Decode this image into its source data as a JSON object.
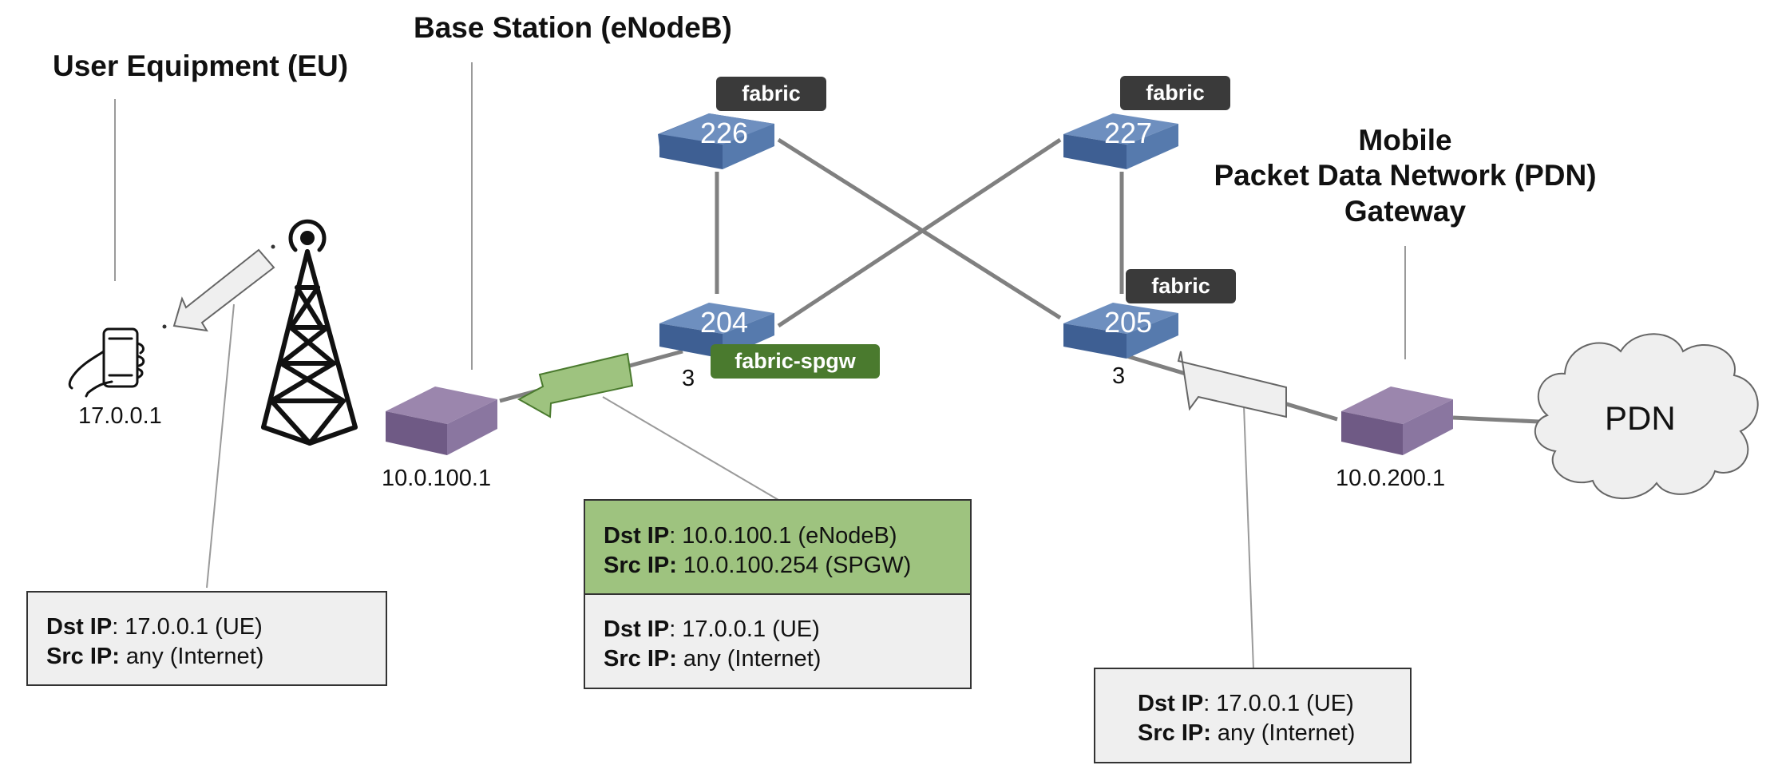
{
  "labels": {
    "user_equipment": "User Equipment (EU)",
    "base_station": "Base Station (eNodeB)",
    "pdn_gateway_line1": "Mobile",
    "pdn_gateway_line2": "Packet Data Network (PDN)",
    "pdn_gateway_line3": "Gateway",
    "pdn_cloud": "PDN"
  },
  "addresses": {
    "ue": "17.0.0.1",
    "enodeb": "10.0.100.1",
    "pdn_gw": "10.0.200.1"
  },
  "switches": [
    {
      "id": "226",
      "tag": "fabric"
    },
    {
      "id": "227",
      "tag": "fabric"
    },
    {
      "id": "204",
      "tag": "fabric-spgw"
    },
    {
      "id": "205",
      "tag": "fabric"
    }
  ],
  "ports": {
    "port_204": "3",
    "port_205": "3"
  },
  "packets": {
    "left": {
      "dst_label": "Dst IP",
      "dst_value": ": 17.0.0.1 (UE)",
      "src_label": "Src IP:",
      "src_value": " any (Internet)"
    },
    "middle_outer": {
      "dst_label": "Dst IP",
      "dst_value": ": 10.0.100.1 (eNodeB)",
      "src_label": "Src IP:",
      "src_value": " 10.0.100.254 (SPGW)"
    },
    "middle_inner": {
      "dst_label": "Dst IP",
      "dst_value": ": 17.0.0.1 (UE)",
      "src_label": "Src IP:",
      "src_value": " any (Internet)"
    },
    "right": {
      "dst_label": "Dst IP",
      "dst_value": ": 17.0.0.1 (UE)",
      "src_label": "Src IP:",
      "src_value": " any (Internet)"
    }
  },
  "colors": {
    "switch_top": "#6e8fbf",
    "switch_side": "#3e5f93",
    "router_top": "#9b86ad",
    "router_side": "#6f5a85",
    "tag_dark": "#3a3a3a",
    "tag_green": "#4a7a2e",
    "encap_green": "#9ec37f",
    "link_gray": "#808080"
  }
}
